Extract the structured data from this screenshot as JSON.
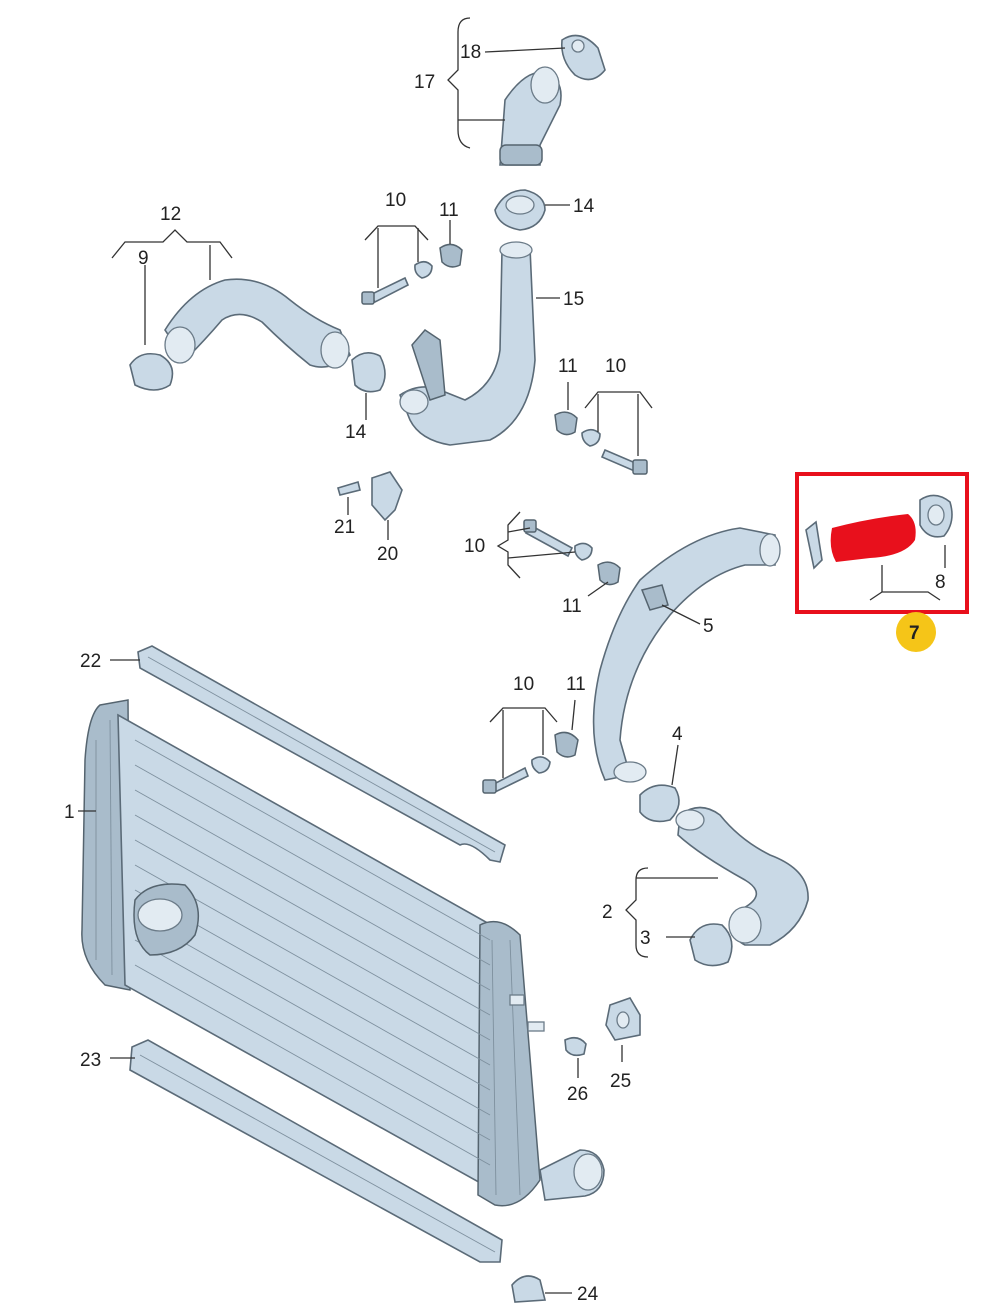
{
  "labels": {
    "l1": "1",
    "l2": "2",
    "l3": "3",
    "l4": "4",
    "l5": "5",
    "l7": "7",
    "l8": "8",
    "l9": "9",
    "l10a": "10",
    "l10b": "10",
    "l10c": "10",
    "l10d": "10",
    "l11a": "11",
    "l11b": "11",
    "l11c": "11",
    "l11d": "11",
    "l12": "12",
    "l14a": "14",
    "l14b": "14",
    "l15": "15",
    "l17": "17",
    "l18": "18",
    "l20": "20",
    "l21": "21",
    "l22": "22",
    "l23": "23",
    "l24": "24",
    "l25": "25",
    "l26": "26"
  },
  "colors": {
    "part_fill": "#c9d9e6",
    "highlight_box": "#e8101c",
    "redacted_part": "#e8101c",
    "badge_fill": "#f5c518"
  }
}
